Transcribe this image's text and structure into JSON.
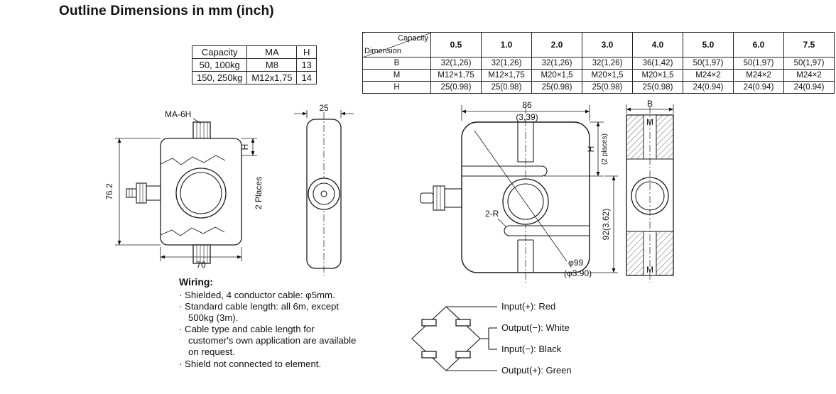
{
  "page": {
    "title": "Outline Dimensions in mm (inch)"
  },
  "variant_table": {
    "headers": [
      "Capacity",
      "MA",
      "H"
    ],
    "rows": [
      {
        "capacity": "50, 100kg",
        "ma": "M8",
        "h": "13"
      },
      {
        "capacity": "150, 250kg",
        "ma": "M12x1,75",
        "h": "14"
      }
    ]
  },
  "dimension_table": {
    "corner": {
      "top": "Capacity",
      "bottom": "Dimension"
    },
    "capacities": [
      "0.5",
      "1.0",
      "2.0",
      "3.0",
      "4.0",
      "5.0",
      "6.0",
      "7.5"
    ],
    "rows": [
      {
        "label": "B",
        "values": [
          "32(1,26)",
          "32(1,26)",
          "32(1,26)",
          "32(1,26)",
          "36(1,42)",
          "50(1,97)",
          "50(1,97)",
          "50(1,97)"
        ]
      },
      {
        "label": "M",
        "values": [
          "M12×1,75",
          "M12×1,75",
          "M20×1,5",
          "M20×1,5",
          "M20×1,5",
          "M24×2",
          "M24×2",
          "M24×2"
        ]
      },
      {
        "label": "H",
        "values": [
          "25(0.98)",
          "25(0.98)",
          "25(0.98)",
          "25(0.98)",
          "25(0.98)",
          "24(0.94)",
          "24(0.94)",
          "24(0.94)"
        ]
      }
    ]
  },
  "front_view": {
    "thread_label": "MA-6H",
    "height_dim": "76.2",
    "width_dim": "70",
    "h_dim": "H",
    "places_note": "2 Places"
  },
  "side_view": {
    "width_dim": "25"
  },
  "large_view": {
    "width_dim": "86",
    "width_dim_inch": "(3,39)",
    "h_dim": "H",
    "h_note": "(2 places)",
    "height_dim": "92(3.62)",
    "radius_label": "2-R",
    "diameter_label": "φ99",
    "diameter_label_inch": "(φ3.90)"
  },
  "section_view": {
    "b_dim": "B",
    "m_dim_top": "M",
    "m_dim_bottom": "M"
  },
  "wiring": {
    "title": "Wiring:",
    "notes": [
      "· Shielded, 4 conductor cable: φ5mm.",
      "· Standard cable length: all 6m, except 500kg (3m).",
      "· Cable type and cable length for customer's own application are available on request.",
      "· Shield not connected to element."
    ]
  },
  "bridge": {
    "labels": [
      "Input(+): Red",
      "Output(−): White",
      "Input(−): Black",
      "Output(+): Green"
    ]
  }
}
